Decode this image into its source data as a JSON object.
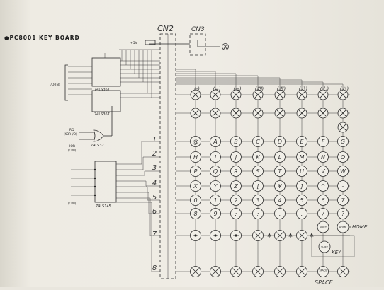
{
  "title": "●PC8001 KEY BOARD",
  "connectors": {
    "cn2": "CN2",
    "cn3": "CN3"
  },
  "chips": {
    "u1": {
      "part": "74LS367"
    },
    "u2": {
      "part": "74LS367"
    },
    "u3": {
      "part": "74LS32"
    },
    "u4": {
      "part": "74LS145"
    }
  },
  "signals": {
    "io_in": "I/O(IN)",
    "rd": "RD",
    "rd_sub": "(KDR I/O)",
    "ior": "IOR",
    "ior_sub": "(CPU)",
    "cpu": "(CPU)",
    "vcc": "+5V"
  },
  "row_numbers": [
    "1",
    "2",
    "3",
    "4",
    "5",
    "6",
    "7",
    "8"
  ],
  "column_labels": [
    "(-)",
    "(=)",
    "(≡)",
    "(四)",
    "(五)",
    "(六)",
    "(七)",
    "(八)"
  ],
  "key_rows": [
    [
      "@",
      "A",
      "B",
      "C",
      "D",
      "E",
      "F",
      "G"
    ],
    [
      "H",
      "I",
      "J",
      "K",
      "L",
      "M",
      "N",
      "O"
    ],
    [
      "P",
      "Q",
      "R",
      "S",
      "T",
      "U",
      "V",
      "W"
    ],
    [
      "X",
      "Y",
      "Z",
      "[",
      "¥",
      "]",
      "^",
      "-"
    ],
    [
      "0",
      "1",
      "2",
      "3",
      "4",
      "5",
      "6",
      "7"
    ],
    [
      "8",
      "9",
      ":",
      ";",
      ",",
      ".",
      "/",
      "?"
    ],
    [
      "",
      "",
      "",
      "",
      "",
      "",
      "",
      ""
    ],
    [
      "",
      "",
      "",
      "",
      "",
      "",
      "",
      ""
    ]
  ],
  "special_keys": {
    "shift": "SHIFT",
    "home": "HOME",
    "shift_key_label": "SHIFT",
    "key_label": "KEY",
    "space_key": "SPACE",
    "space_label": "SPACE"
  }
}
